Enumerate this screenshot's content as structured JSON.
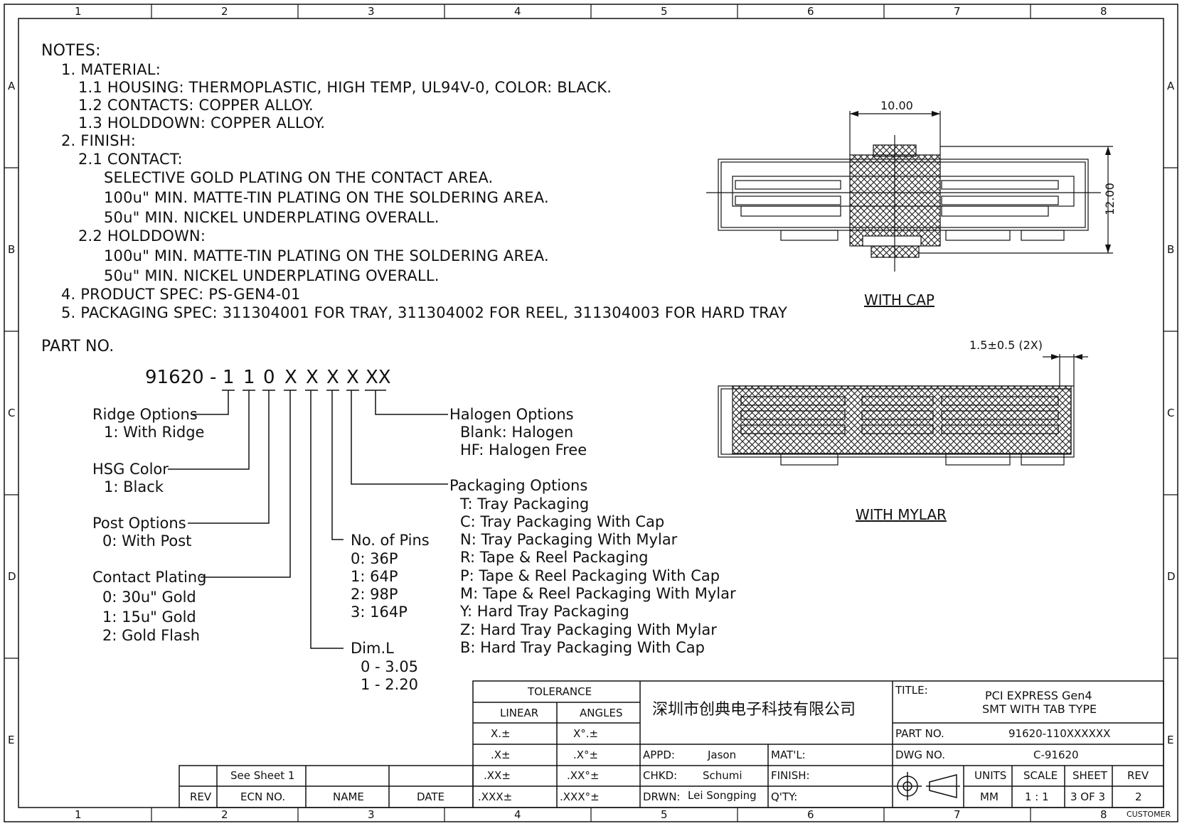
{
  "frame": {
    "columns": [
      "1",
      "2",
      "3",
      "4",
      "5",
      "6",
      "7",
      "8"
    ],
    "rows": [
      "A",
      "B",
      "C",
      "D",
      "E"
    ]
  },
  "notes": {
    "heading": "NOTES:",
    "lines": [
      "1. MATERIAL:",
      "1.1 HOUSING: THERMOPLASTIC, HIGH TEMP, UL94V-0, COLOR: BLACK.",
      "1.2 CONTACTS: COPPER ALLOY.",
      "1.3 HOLDDOWN: COPPER ALLOY.",
      "2. FINISH:",
      "2.1 CONTACT:",
      "SELECTIVE GOLD PLATING ON THE CONTACT AREA.",
      "100u\" MIN. MATTE-TIN PLATING ON THE SOLDERING AREA.",
      "50u\" MIN. NICKEL UNDERPLATING OVERALL.",
      "2.2 HOLDDOWN:",
      "100u\" MIN. MATTE-TIN PLATING ON THE SOLDERING AREA.",
      "50u\" MIN. NICKEL UNDERPLATING OVERALL.",
      "4. PRODUCT SPEC: PS-GEN4-01",
      "5. PACKAGING SPEC: 311304001 FOR TRAY, 311304002 FOR REEL, 311304003 FOR HARD TRAY"
    ]
  },
  "part_number": {
    "heading": "PART NO.",
    "prefix": "91620 -",
    "digits": [
      "1",
      "1",
      "0",
      "X",
      "X",
      "X",
      "X",
      "XX"
    ],
    "ridge": {
      "title": "Ridge Options",
      "items": [
        "1: With Ridge"
      ]
    },
    "hsg": {
      "title": "HSG Color",
      "items": [
        "1: Black"
      ]
    },
    "post": {
      "title": "Post Options",
      "items": [
        "0: With Post"
      ]
    },
    "plating": {
      "title": "Contact Plating",
      "items": [
        "0: 30u\" Gold",
        "1: 15u\" Gold",
        "2: Gold Flash"
      ]
    },
    "pins": {
      "title": "No. of Pins",
      "items": [
        "0: 36P",
        "1: 64P",
        "2: 98P",
        "3: 164P"
      ]
    },
    "diml": {
      "title": "Dim.L",
      "items": [
        "0 - 3.05",
        "1 - 2.20"
      ]
    },
    "halogen": {
      "title": "Halogen Options",
      "items": [
        "Blank: Halogen",
        "HF: Halogen Free"
      ]
    },
    "packaging": {
      "title": "Packaging Options",
      "items": [
        "T: Tray Packaging",
        "C: Tray Packaging With Cap",
        "N: Tray Packaging With Mylar",
        "R: Tape & Reel Packaging",
        "P: Tape & Reel Packaging With Cap",
        "M: Tape & Reel Packaging With Mylar",
        "Y: Hard Tray Packaging",
        "Z: Hard Tray Packaging With Mylar",
        "B: Hard Tray Packaging With Cap"
      ]
    }
  },
  "views": {
    "cap": {
      "label": "WITH CAP",
      "dim_width": "10.00",
      "dim_height": "12.00"
    },
    "mylar": {
      "label": "WITH MYLAR",
      "dim_tab": "1.5±0.5 (2X)"
    }
  },
  "title_block": {
    "tolerance": "TOLERANCE",
    "linear": "LINEAR",
    "angles": "ANGLES",
    "lin_rows": [
      "X.±",
      ".X±",
      ".XX±",
      ".XXX±"
    ],
    "ang_rows": [
      "X°.±",
      ".X°±",
      ".XX°±",
      ".XXX°±"
    ],
    "company": "深圳市创典电子科技有限公司",
    "appd_label": "APPD:",
    "appd": "Jason",
    "chkd_label": "CHKD:",
    "chkd": "Schumi",
    "drwn_label": "DRWN:",
    "drwn": "Lei Songping",
    "matl_label": "MAT'L:",
    "finish_label": "FINISH:",
    "qty_label": "Q'TY:",
    "title_label": "TITLE:",
    "title_line1": "PCI EXPRESS Gen4",
    "title_line2": "SMT WITH TAB TYPE",
    "partno_label": "PART NO.",
    "partno": "91620-110XXXXXX",
    "dwgno_label": "DWG NO.",
    "dwgno": "C-91620",
    "units_label": "UNITS",
    "units": "MM",
    "scale_label": "SCALE",
    "scale": "1 : 1",
    "sheet_label": "SHEET",
    "sheet": "3 OF 3",
    "rev_label": "REV",
    "rev": "2",
    "customer": "CUSTOMER"
  },
  "revision_block": {
    "see_sheet": "See Sheet 1",
    "rev": "REV",
    "ecn": "ECN NO.",
    "name": "NAME",
    "date": "DATE"
  }
}
